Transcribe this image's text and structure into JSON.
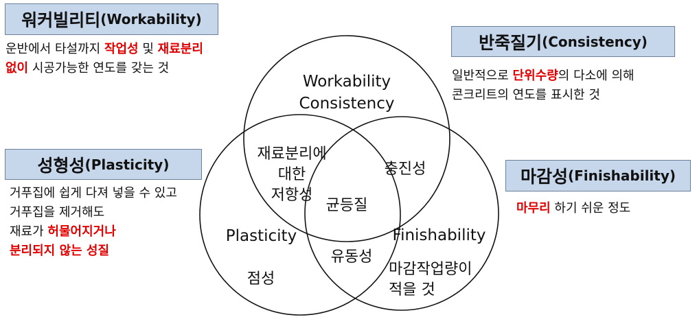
{
  "workability": {
    "title_ko": "워커빌리티",
    "title_en": "(Workability)",
    "desc_line1": "운반에서 타설까지 ",
    "desc_red1": "작업성",
    "desc_mid": " 및 ",
    "desc_red2": "재료분리",
    "desc_red3": "없이",
    "desc_line2": " 시공가능한 연도를 갖는 것"
  },
  "consistency": {
    "title_ko": "반죽질기",
    "title_en": "(Consistency)",
    "desc_pre": "일반적으로 ",
    "desc_red": "단위수량",
    "desc_post": "의 다소에 의해",
    "desc_line2": "콘크리트의 연도를 표시한 것"
  },
  "plasticity": {
    "title_ko": "성형성",
    "title_en": "(Plasticity)",
    "desc_line1": "거푸집에 쉽게 다져 넣을 수 있고",
    "desc_line2": "거푸집을 제거해도",
    "desc_line3_pre": "재료가 ",
    "desc_line3_red": "허물어지거나",
    "desc_line4_red": "분리되지 않는 성질"
  },
  "finishability": {
    "title_ko": "마감성",
    "title_en": "(Finishability)",
    "desc_red": "마무리",
    "desc_post": " 하기 쉬운 정도"
  },
  "venn": {
    "top_label_1": "Workability",
    "top_label_2": "Consistency",
    "top_left_overlap_1": "재료분리에",
    "top_left_overlap_2": "대한",
    "top_left_overlap_3": "저항성",
    "top_right_overlap": "충진성",
    "center": "균등질",
    "left_label": "Plasticity",
    "left_sub": "점성",
    "bottom_overlap": "유동성",
    "right_label": "Finishability",
    "right_sub_1": "마감작업량이",
    "right_sub_2": "적을 것"
  }
}
